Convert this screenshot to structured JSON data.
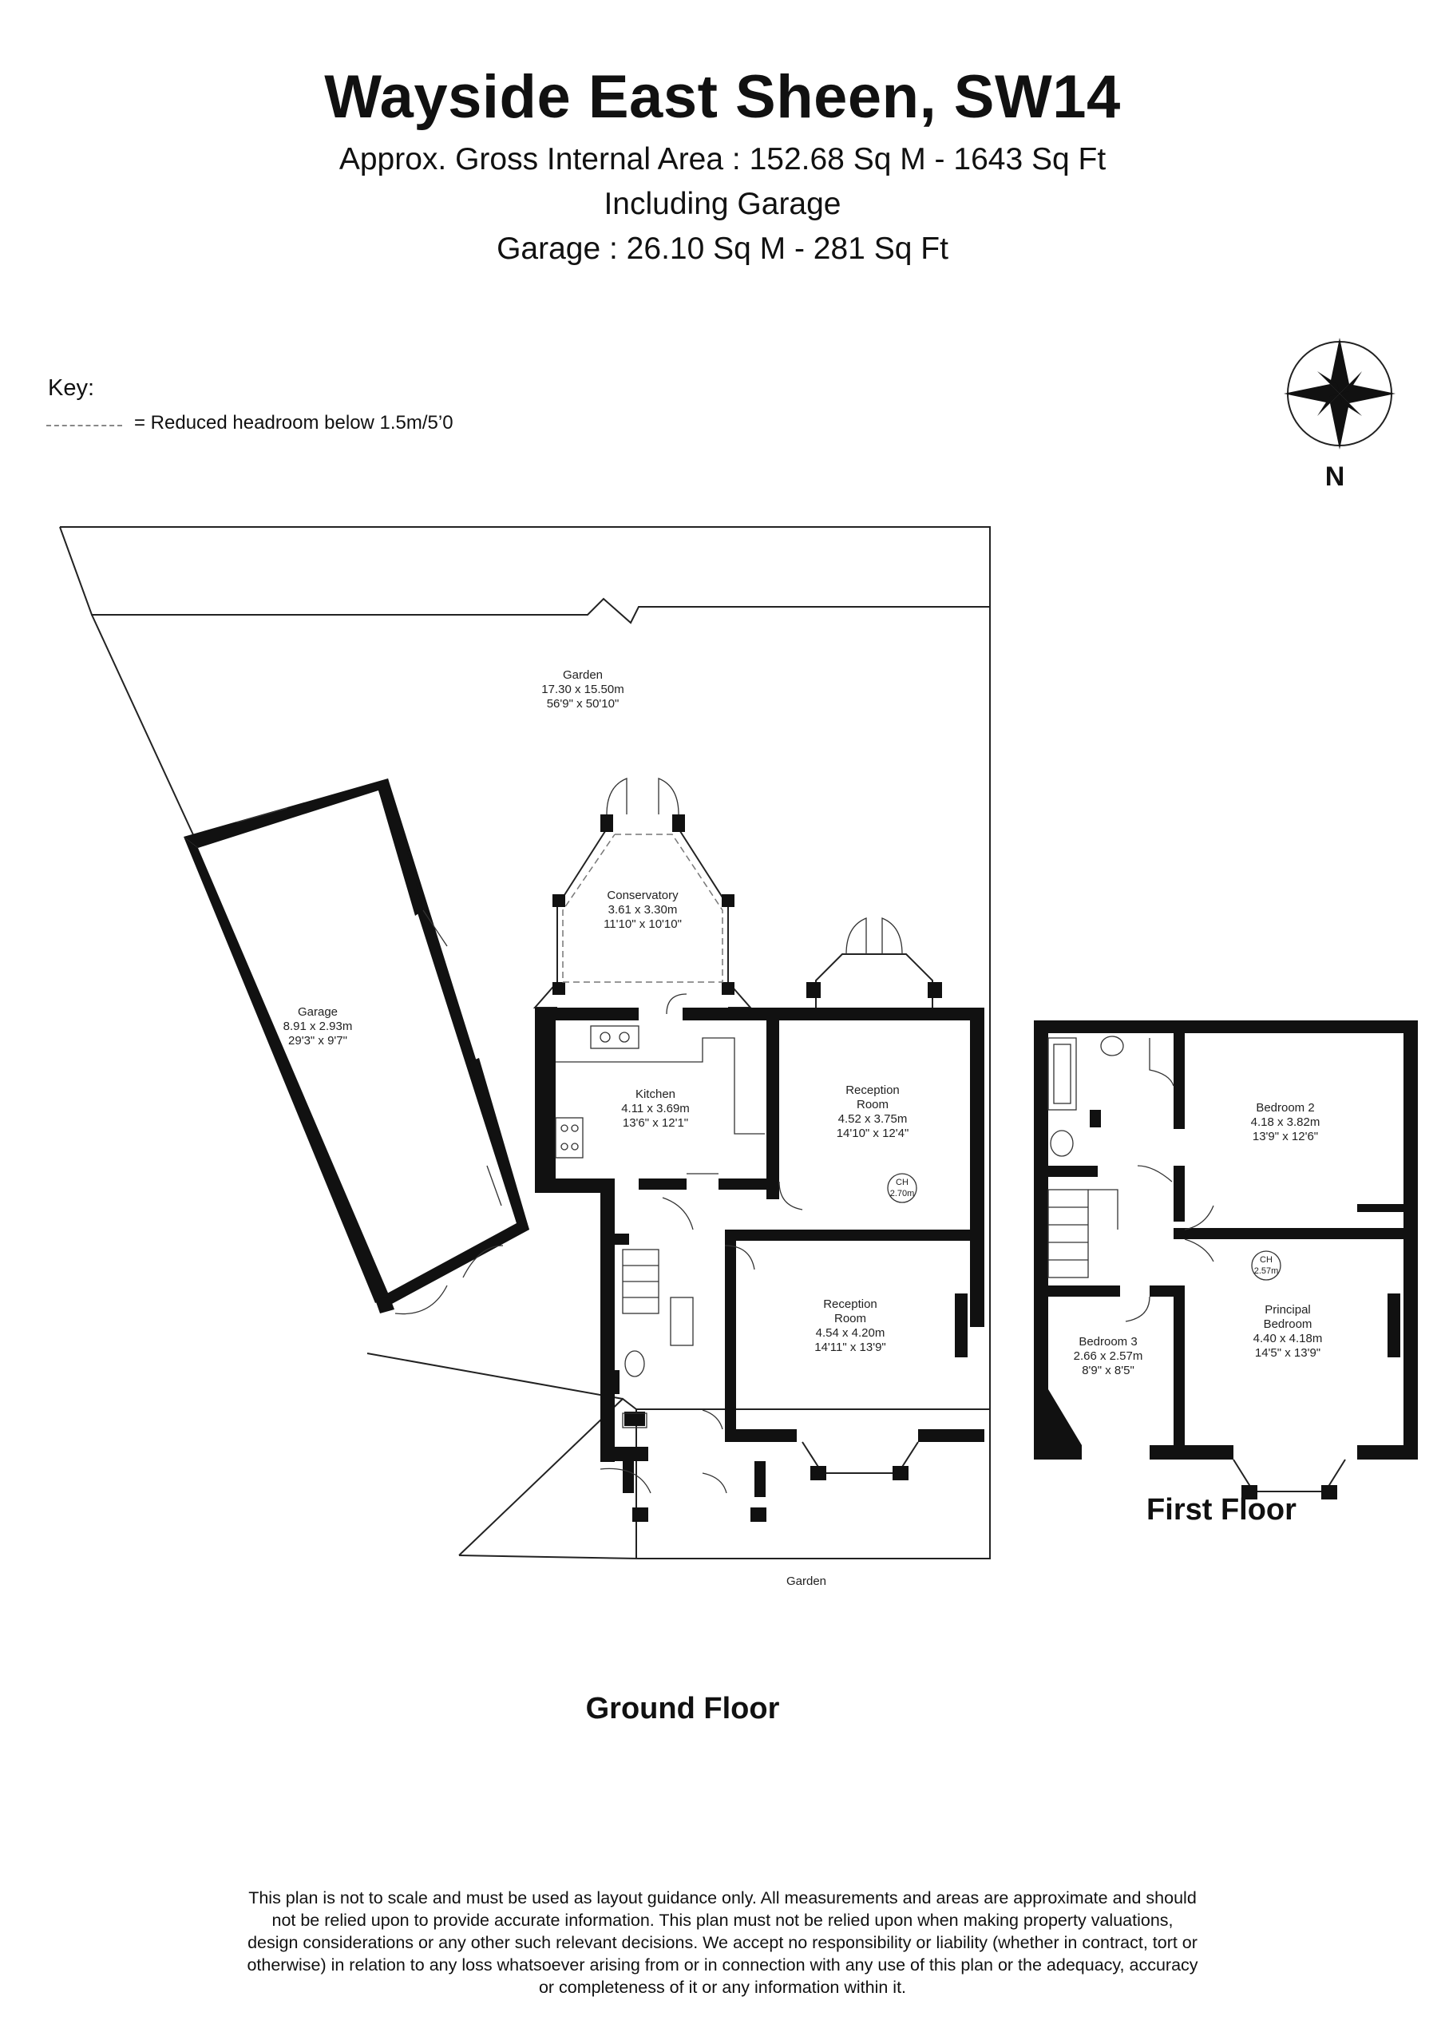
{
  "header": {
    "title": "Wayside East Sheen, SW14",
    "area": "Approx. Gross Internal Area : 152.68 Sq M - 1643 Sq Ft",
    "including": "Including Garage",
    "garage_area": "Garage : 26.10 Sq M -  281 Sq Ft"
  },
  "key": {
    "title": "Key:",
    "description": "= Reduced headroom below 1.5m/5’0"
  },
  "compass": {
    "north": "N"
  },
  "ground_floor": {
    "label": "Ground Floor",
    "rooms": {
      "garden_rear": {
        "name": "Garden",
        "metric": "17.30 x 15.50m",
        "imperial": "56'9\" x 50'10\""
      },
      "conservatory": {
        "name": "Conservatory",
        "metric": "3.61 x 3.30m",
        "imperial": "11'10\" x 10'10\""
      },
      "garage": {
        "name": "Garage",
        "metric": "8.91 x 2.93m",
        "imperial": "29'3\" x 9'7\""
      },
      "kitchen": {
        "name": "Kitchen",
        "metric": "4.11 x 3.69m",
        "imperial": "13'6\" x 12'1\""
      },
      "reception_rear": {
        "name_1": "Reception",
        "name_2": "Room",
        "metric": "4.52 x 3.75m",
        "imperial": "14'10\" x 12'4\""
      },
      "reception_front": {
        "name_1": "Reception",
        "name_2": "Room",
        "metric": "4.54 x 4.20m",
        "imperial": "14'11\" x 13'9\""
      },
      "garden_front": {
        "name": "Garden"
      }
    },
    "ceiling": {
      "label": "CH",
      "height": "2.70m"
    }
  },
  "first_floor": {
    "label": "First Floor",
    "rooms": {
      "bedroom2": {
        "name": "Bedroom 2",
        "metric": "4.18 x 3.82m",
        "imperial": "13'9\" x 12'6\""
      },
      "bedroom3": {
        "name": "Bedroom 3",
        "metric": "2.66 x 2.57m",
        "imperial": "8'9\" x 8'5\""
      },
      "principal": {
        "name_1": "Principal",
        "name_2": "Bedroom",
        "metric": "4.40 x 4.18m",
        "imperial": "14'5\" x 13'9\""
      }
    },
    "ceiling": {
      "label": "CH",
      "height": "2.57m"
    }
  },
  "disclaimer": {
    "line1": "This plan is not to scale and must be used as layout guidance only. All measurements and areas are approximate and should",
    "line2": "not be relied upon to provide accurate information. This plan must not be relied upon when making property valuations,",
    "line3": "design considerations or any other such relevant decisions. We accept no responsibility or liability (whether in contract, tort or",
    "line4": "otherwise) in relation to any loss whatsoever arising from or in connection with any use of this plan or the adequacy, accuracy",
    "line5": "or completeness of it or any information within it."
  }
}
